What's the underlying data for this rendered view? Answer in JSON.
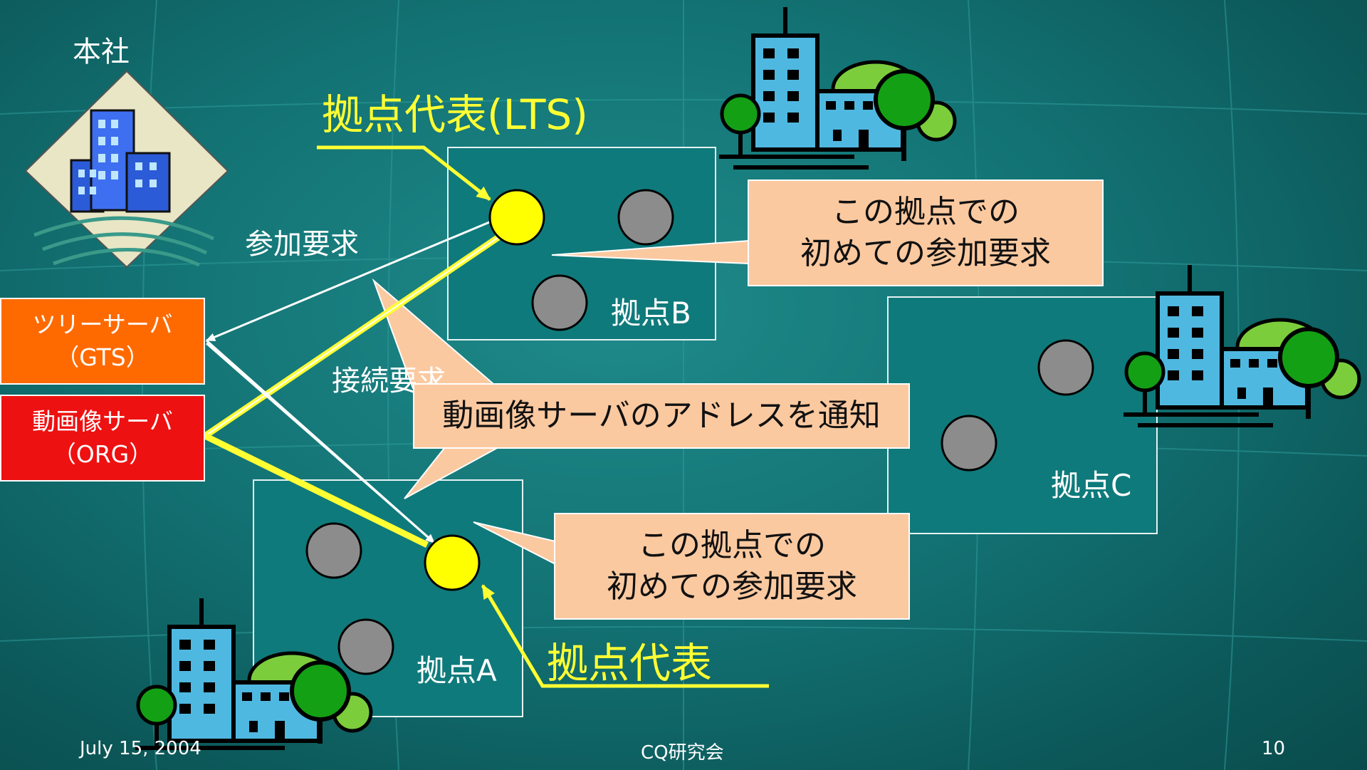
{
  "hq": {
    "label": "本社"
  },
  "servers": {
    "gts": {
      "line1": "ツリーサーバ",
      "line2": "（GTS）"
    },
    "org": {
      "line1": "動画像サーバ",
      "line2": "（ORG）"
    }
  },
  "sites": {
    "a": {
      "label": "拠点A"
    },
    "b": {
      "label": "拠点B"
    },
    "c": {
      "label": "拠点C"
    }
  },
  "labels": {
    "lts": "拠点代表(LTS)",
    "rep": "拠点代表",
    "join_request": "参加要求",
    "connect_request": "接続要求"
  },
  "callouts": {
    "first_join_b": {
      "line1": "この拠点での",
      "line2": "初めての参加要求"
    },
    "first_join_a": {
      "line1": "この拠点での",
      "line2": "初めての参加要求"
    },
    "notify": "動画像サーバのアドレスを通知"
  },
  "footer": {
    "date": "July 15, 2004",
    "center": "CQ研究会",
    "page": "10"
  },
  "colors": {
    "background": "#137374",
    "highlight": "#ffff33",
    "rep_node": "#ffff00",
    "member_node": "#8c8c8c",
    "gts_box": "#ff6a00",
    "org_box": "#ee1111",
    "callout": "#fbc9a0",
    "building": "#4fb8e0",
    "tree_dark": "#14a014",
    "tree_light": "#7ccd3c"
  },
  "icons": [
    "hq-building-icon",
    "building-icon",
    "tree-icon",
    "member-node-icon",
    "representative-node-icon"
  ]
}
